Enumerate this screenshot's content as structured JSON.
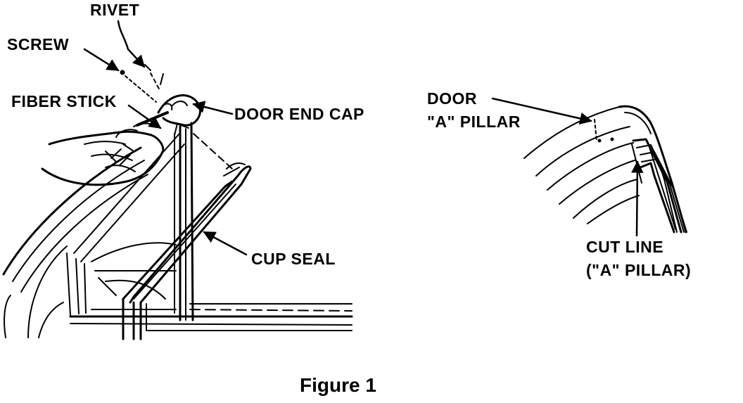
{
  "labels": {
    "rivet": "RIVET",
    "screw": "SCREW",
    "fiber_stick": "FIBER STICK",
    "door_end_cap": "DOOR END CAP",
    "cup_seal": "CUP SEAL",
    "door_a_pillar_line1": "DOOR",
    "door_a_pillar_line2": "\"A\" PILLAR",
    "cut_line_line1": "CUT LINE",
    "cut_line_line2": "(\"A\" PILLAR)"
  },
  "caption": "Figure 1",
  "colors": {
    "ink": "#000000",
    "paper": "#ffffff"
  }
}
